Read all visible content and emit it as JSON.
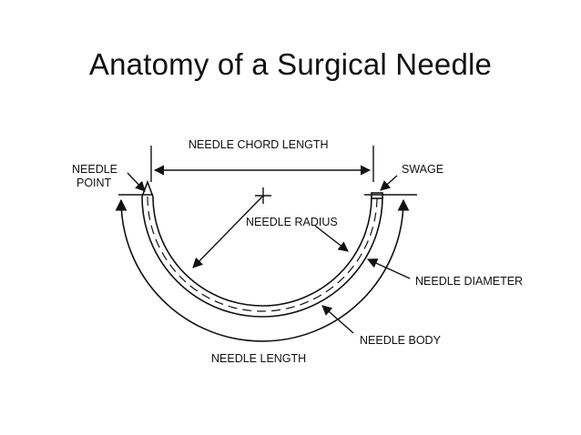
{
  "slide": {
    "title": "Anatomy of a Surgical Needle"
  },
  "diagram": {
    "labels": {
      "chord_length": "NEEDLE CHORD LENGTH",
      "needle_point_line1": "NEEDLE",
      "needle_point_line2": "POINT",
      "swage": "SWAGE",
      "radius": "NEEDLE RADIUS",
      "diameter": "NEEDLE DIAMETER",
      "body": "NEEDLE BODY",
      "length": "NEEDLE LENGTH"
    }
  }
}
